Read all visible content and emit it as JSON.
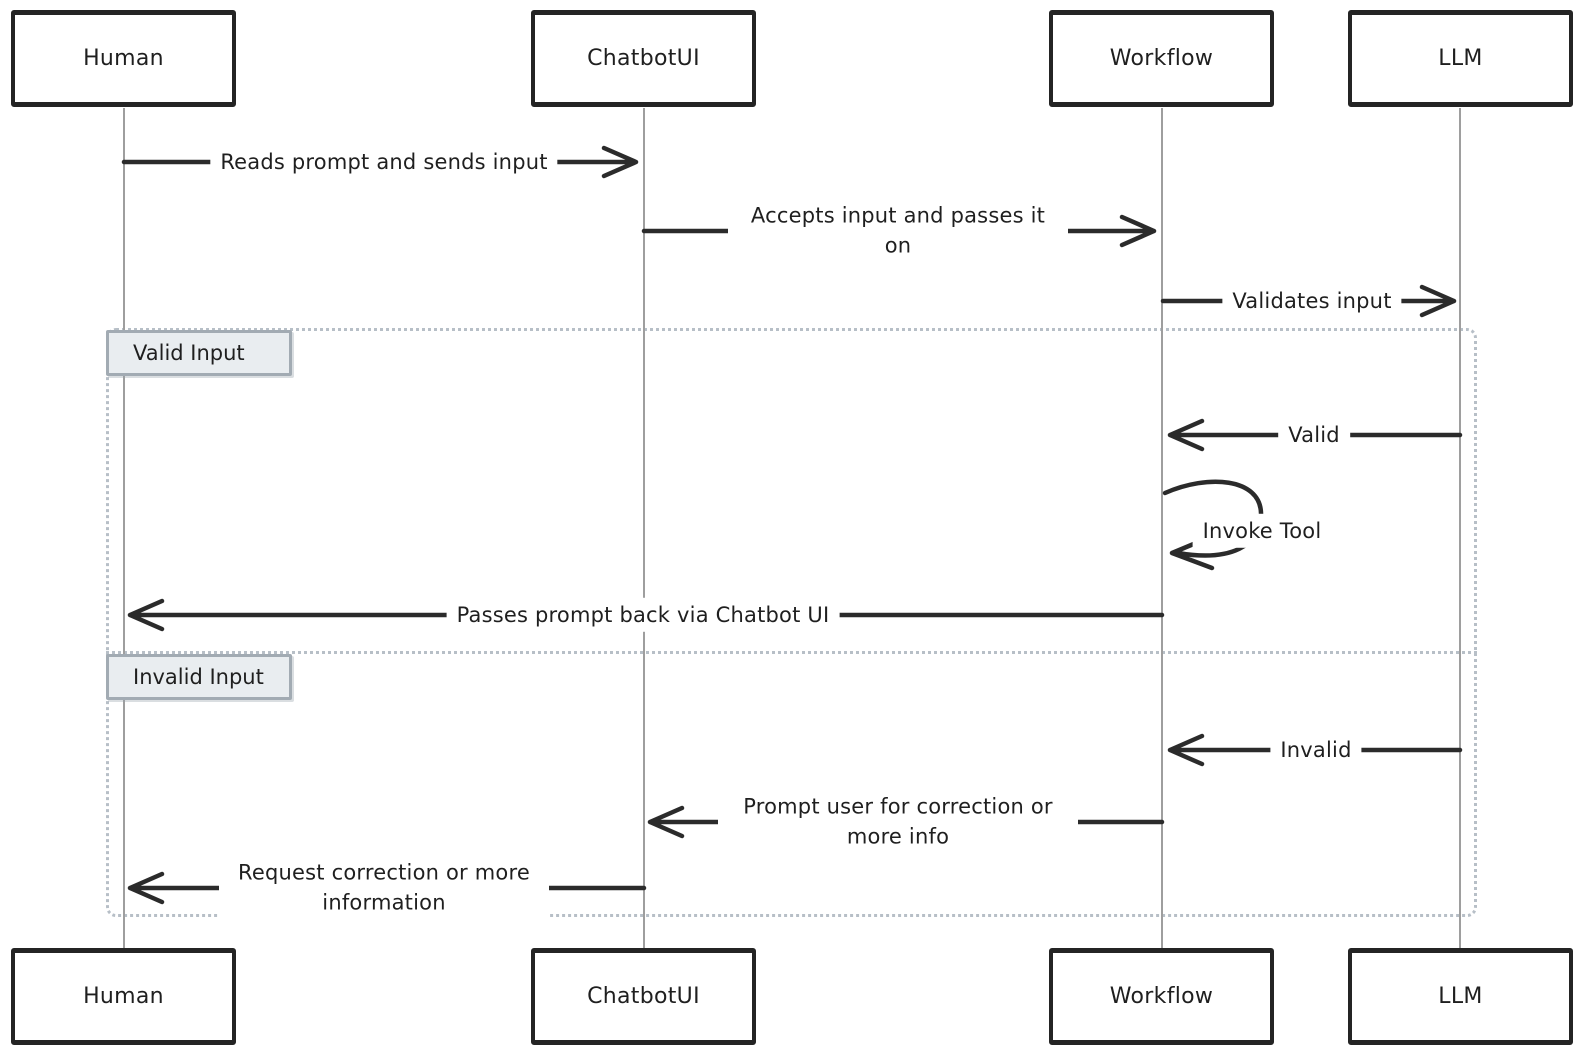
{
  "actors": [
    {
      "name": "Human"
    },
    {
      "name": "ChatbotUI"
    },
    {
      "name": "Workflow"
    },
    {
      "name": "LLM"
    }
  ],
  "messages": [
    {
      "from": "Human",
      "to": "ChatbotUI",
      "text": "Reads prompt and sends input"
    },
    {
      "from": "ChatbotUI",
      "to": "Workflow",
      "text": "Accepts input and passes it on"
    },
    {
      "from": "Workflow",
      "to": "LLM",
      "text": "Validates input"
    },
    {
      "from": "LLM",
      "to": "Workflow",
      "text": "Valid"
    },
    {
      "from": "Workflow",
      "to": "Workflow",
      "text": "Invoke Tool"
    },
    {
      "from": "Workflow",
      "to": "Human",
      "text": "Passes prompt back via Chatbot UI"
    },
    {
      "from": "LLM",
      "to": "Workflow",
      "text": "Invalid"
    },
    {
      "from": "Workflow",
      "to": "ChatbotUI",
      "text": "Prompt user for correction or more info"
    },
    {
      "from": "ChatbotUI",
      "to": "Human",
      "text": "Request correction or more information"
    }
  ],
  "frames": {
    "valid": {
      "label": "Valid Input"
    },
    "invalid": {
      "label": "Invalid Input"
    }
  },
  "colors": {
    "stroke": "#2b2b2b",
    "lifeline": "#9e9e9e",
    "frame_border": "#b7bfc7",
    "label_bg": "#e9edf0",
    "label_border": "#a2abb3"
  }
}
